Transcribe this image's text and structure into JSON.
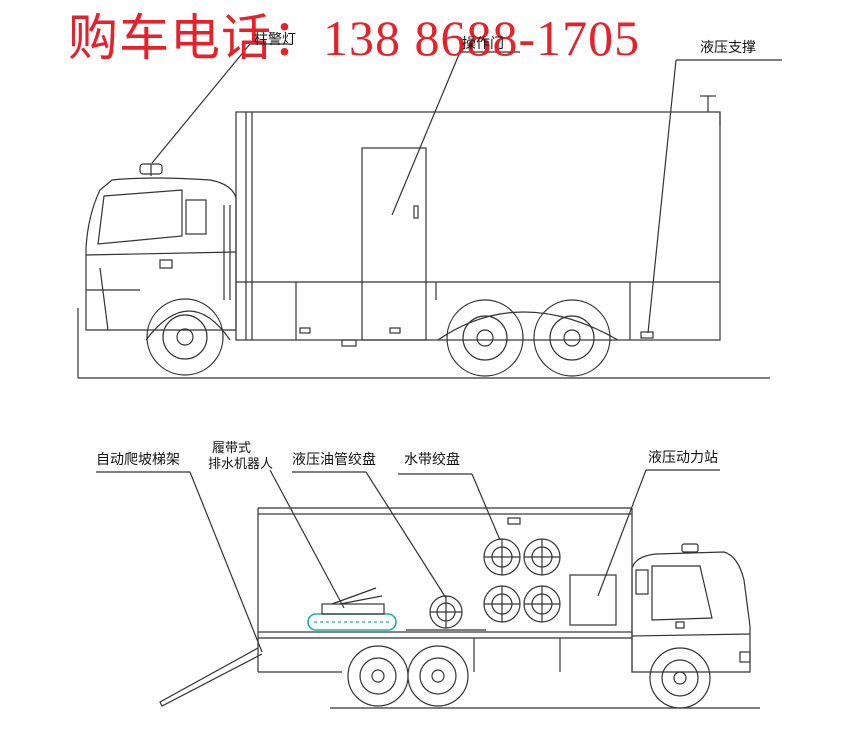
{
  "banner": {
    "text": "购车电话：138 8688-1705"
  },
  "top_view": {
    "labels": {
      "warning_light": "柱警灯",
      "operation_door": "操作门",
      "hydraulic_support": "液压支撑"
    }
  },
  "bottom_view": {
    "labels": {
      "climbing_ladder": "自动爬坡梯架",
      "tracked_robot_line1": "履带式",
      "tracked_robot_line2": "排水机器人",
      "hydraulic_hose_reel": "液压油管绞盘",
      "water_hose_reel": "水带绞盘",
      "hydraulic_power_station": "液压动力站"
    }
  },
  "colors": {
    "banner": "#e8202a",
    "line": "#333333",
    "background": "#ffffff"
  }
}
